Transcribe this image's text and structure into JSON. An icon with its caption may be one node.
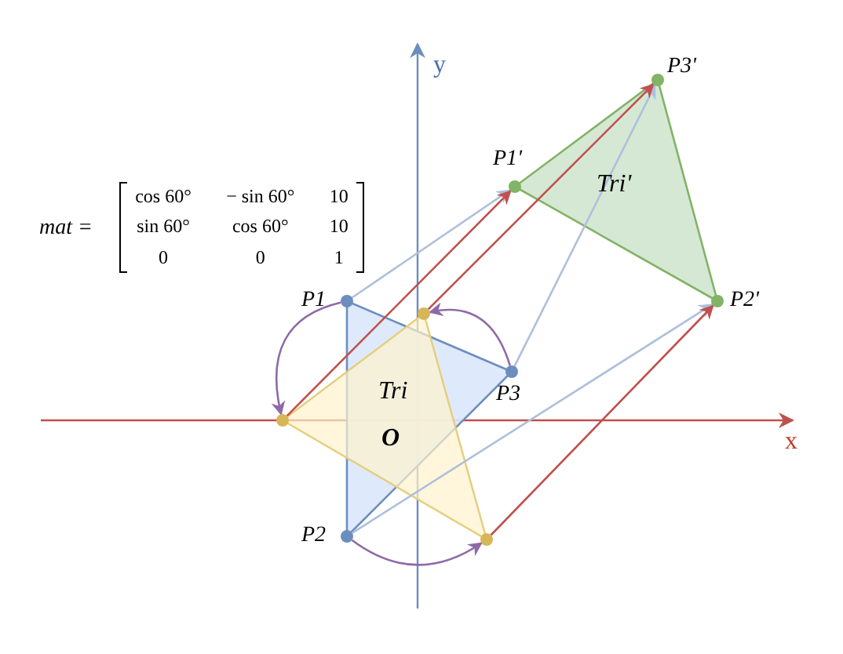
{
  "diagram": {
    "nodes": [
      {
        "text": [],
        "shape": "circle",
        "beside": [
          "P1"
        ]
      },
      {
        "text": [],
        "shape": "circle",
        "beside": [
          "P2"
        ]
      },
      {
        "text": [],
        "shape": "circle",
        "beside": [
          "P3"
        ]
      },
      {
        "text": [],
        "shape": "circle"
      },
      {
        "text": [],
        "shape": "circle"
      },
      {
        "text": [],
        "shape": "circle"
      },
      {
        "text": [],
        "shape": "circle",
        "beside": [
          "P1'"
        ]
      },
      {
        "text": [],
        "shape": "circle",
        "beside": [
          "P2'"
        ]
      },
      {
        "text": [],
        "shape": "circle",
        "beside": [
          "P3'"
        ]
      }
    ],
    "edges": [
      {
        "from": 0,
        "to": 3,
        "arrow": "to",
        "color": "#8e6aa8"
      },
      {
        "from": 2,
        "to": 5,
        "arrow": "to",
        "color": "#8e6aa8"
      },
      {
        "from": 1,
        "to": 4,
        "arrow": "to",
        "color": "#8e6aa8"
      },
      {
        "from": 0,
        "to": 6,
        "arrow": "to",
        "color": "#aebfdc"
      },
      {
        "from": 1,
        "to": 7,
        "arrow": "to",
        "color": "#aebfdc"
      },
      {
        "from": 2,
        "to": 8,
        "arrow": "to",
        "color": "#aebfdc"
      },
      {
        "from": 3,
        "to": 6,
        "arrow": "to",
        "color": "#c0504d"
      },
      {
        "from": 5,
        "to": 8,
        "arrow": "to",
        "color": "#c0504d"
      },
      {
        "from": 4,
        "to": 7,
        "arrow": "to",
        "color": "#c0504d"
      }
    ],
    "labels": [
      "y",
      "x",
      "Tri",
      "Tri'",
      "O",
      "mat =",
      "cos 60°",
      "− sin 60°",
      "10",
      "sin 60°",
      "cos 60°",
      "10",
      "0",
      "0",
      "1"
    ]
  }
}
